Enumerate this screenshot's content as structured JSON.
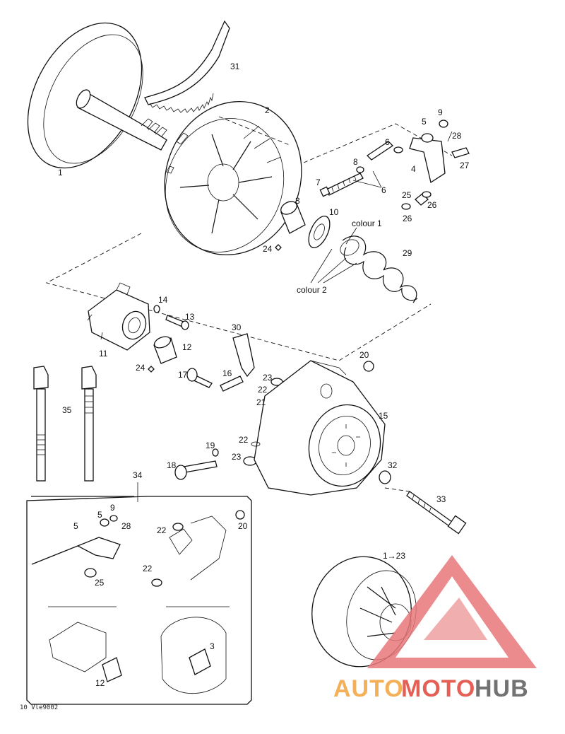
{
  "diagram": {
    "callouts": {
      "c1": "1",
      "c2": "2",
      "c3": "3",
      "c4": "4",
      "c5": "5",
      "c6a": "6",
      "c6b": "6",
      "c7": "7",
      "c8": "8",
      "c9": "9",
      "c10": "10",
      "c11": "11",
      "c12": "12",
      "c13": "13",
      "c14": "14",
      "c15": "15",
      "c16": "16",
      "c17": "17",
      "c18": "18",
      "c19": "19",
      "c20": "20",
      "c21": "21",
      "c22a": "22",
      "c22b": "22",
      "c23a": "23",
      "c23b": "23",
      "c24a": "24",
      "c24b": "24",
      "c25": "25",
      "c26a": "26",
      "c26b": "26",
      "c27": "27",
      "c28": "28",
      "c29": "29",
      "c30": "30",
      "c31": "31",
      "c32": "32",
      "c33": "33",
      "c34": "34",
      "c35": "35",
      "c1to23": "1→23",
      "inset_c5a": "5",
      "inset_c5b": "5",
      "inset_c9": "9",
      "inset_c28": "28",
      "inset_c25": "25",
      "inset_c22a": "22",
      "inset_c22b": "22",
      "inset_c20": "20",
      "inset_c12": "12",
      "inset_c3": "3"
    },
    "labels": {
      "colour1": "colour 1",
      "colour2": "colour 2"
    },
    "figure_code": "10 Vle9002"
  },
  "watermark": {
    "text_part1": "AUTO",
    "text_part2": "MOTO",
    "text_part3": "HUB",
    "color_orange": "#f2a33c",
    "color_red": "#e0453a",
    "color_gray": "#5a5a5a",
    "color_logo_red": "#e8777a"
  }
}
